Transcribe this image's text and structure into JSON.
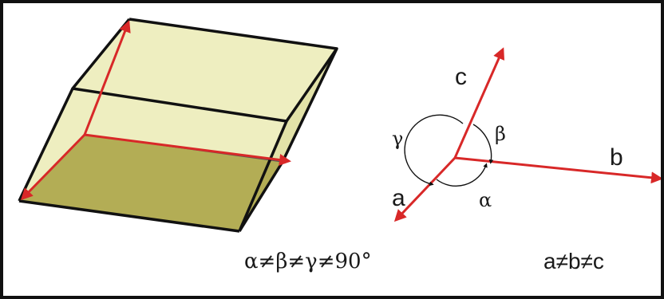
{
  "axes": {
    "a": "a",
    "b": "b",
    "c": "c"
  },
  "angles": {
    "alpha": "α",
    "beta": "β",
    "gamma": "γ"
  },
  "conditions": {
    "angles": "α≠β≠γ≠90°",
    "lengths": "a≠b≠c"
  },
  "colors": {
    "axis": "#d82828",
    "face_light": "#eeeec0",
    "face_side": "#e2e2a8",
    "face_bottom": "#b3ad55",
    "edge": "#111111"
  }
}
